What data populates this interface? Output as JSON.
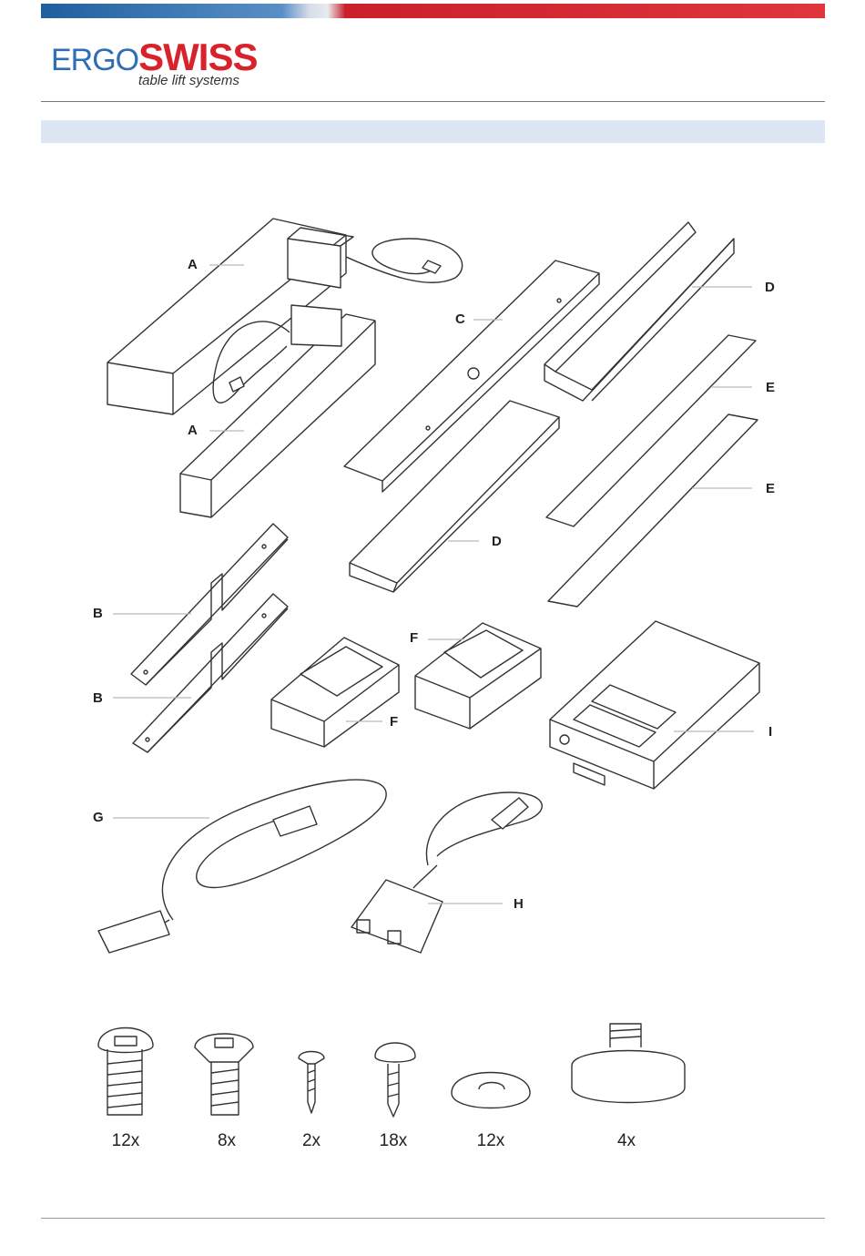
{
  "header": {
    "brand_ergo": "ERGO",
    "brand_swiss": "SWISS",
    "tagline": "table lift systems"
  },
  "parts": {
    "a1": "A",
    "a2": "A",
    "c": "C",
    "d1": "D",
    "d2": "D",
    "e1": "E",
    "e2": "E",
    "b1": "B",
    "b2": "B",
    "f1": "F",
    "f2": "F",
    "g": "G",
    "h": "H",
    "i": "I"
  },
  "hardware": {
    "q1": "12x",
    "q2": "8x",
    "q3": "2x",
    "q4": "18x",
    "q5": "12x",
    "q6": "4x"
  },
  "colors": {
    "brand_blue": "#2f6db5",
    "brand_red": "#d8222c",
    "band": "#dde6f2"
  }
}
